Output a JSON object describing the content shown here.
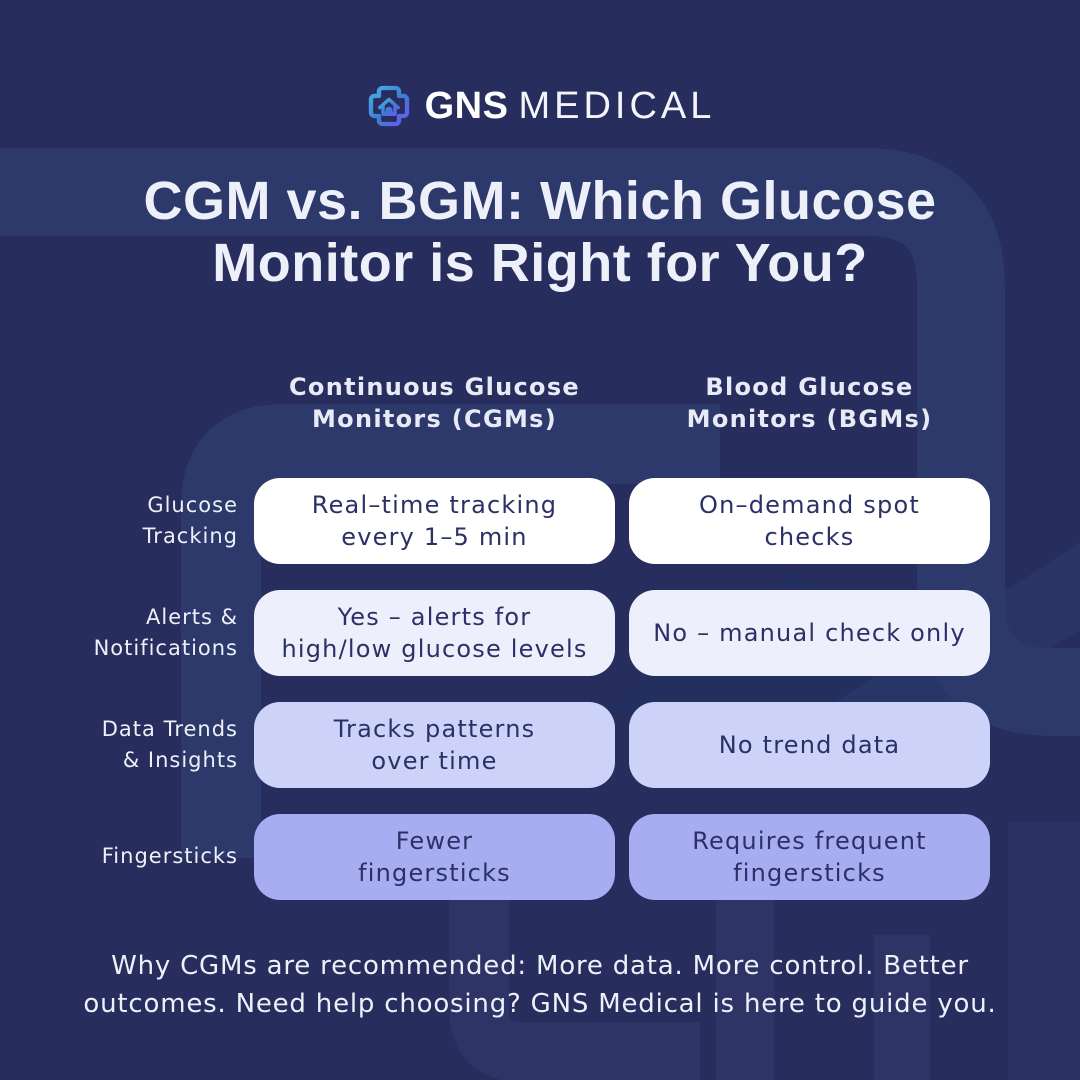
{
  "brand": {
    "name_bold": "GNS",
    "name_light": "MEDICAL",
    "logo_icon": "medical-cross-home-icon"
  },
  "title": "CGM vs. BGM: Which Glucose\nMonitor is Right for You?",
  "table": {
    "column_headers": {
      "cgm": "Continuous Glucose\nMonitors (CGMs)",
      "bgm": "Blood Glucose\nMonitors (BGMs)"
    },
    "rows": [
      {
        "label": "Glucose\nTracking",
        "cgm": "Real–time tracking\nevery 1–5 min",
        "bgm": "On–demand spot\nchecks",
        "bg": "#ffffff"
      },
      {
        "label": "Alerts &\nNotifications",
        "cgm": "Yes – alerts for\nhigh/low glucose levels",
        "bgm": "No – manual check only",
        "bg": "#edeffc"
      },
      {
        "label": "Data Trends\n& Insights",
        "cgm": "Tracks patterns\nover time",
        "bgm": "No trend data",
        "bg": "#cdd2f8"
      },
      {
        "label": "Fingersticks",
        "cgm": "Fewer\nfingersticks",
        "bgm": "Requires frequent\nfingersticks",
        "bg": "#a8adf2"
      }
    ]
  },
  "footer": "Why CGMs are recommended: More data. More control. Better\noutcomes. Need help choosing? GNS Medical is here to guide you.",
  "colors": {
    "background": "#272d5d",
    "watermark": "#2d396b",
    "cell_text": "#2b3166",
    "title_text": "#edeff9",
    "row_tints": [
      "#ffffff",
      "#edeffc",
      "#cdd2f8",
      "#a8adf2"
    ],
    "logo_gradient_top": "#45b0e6",
    "logo_gradient_bottom": "#6e59ef"
  }
}
